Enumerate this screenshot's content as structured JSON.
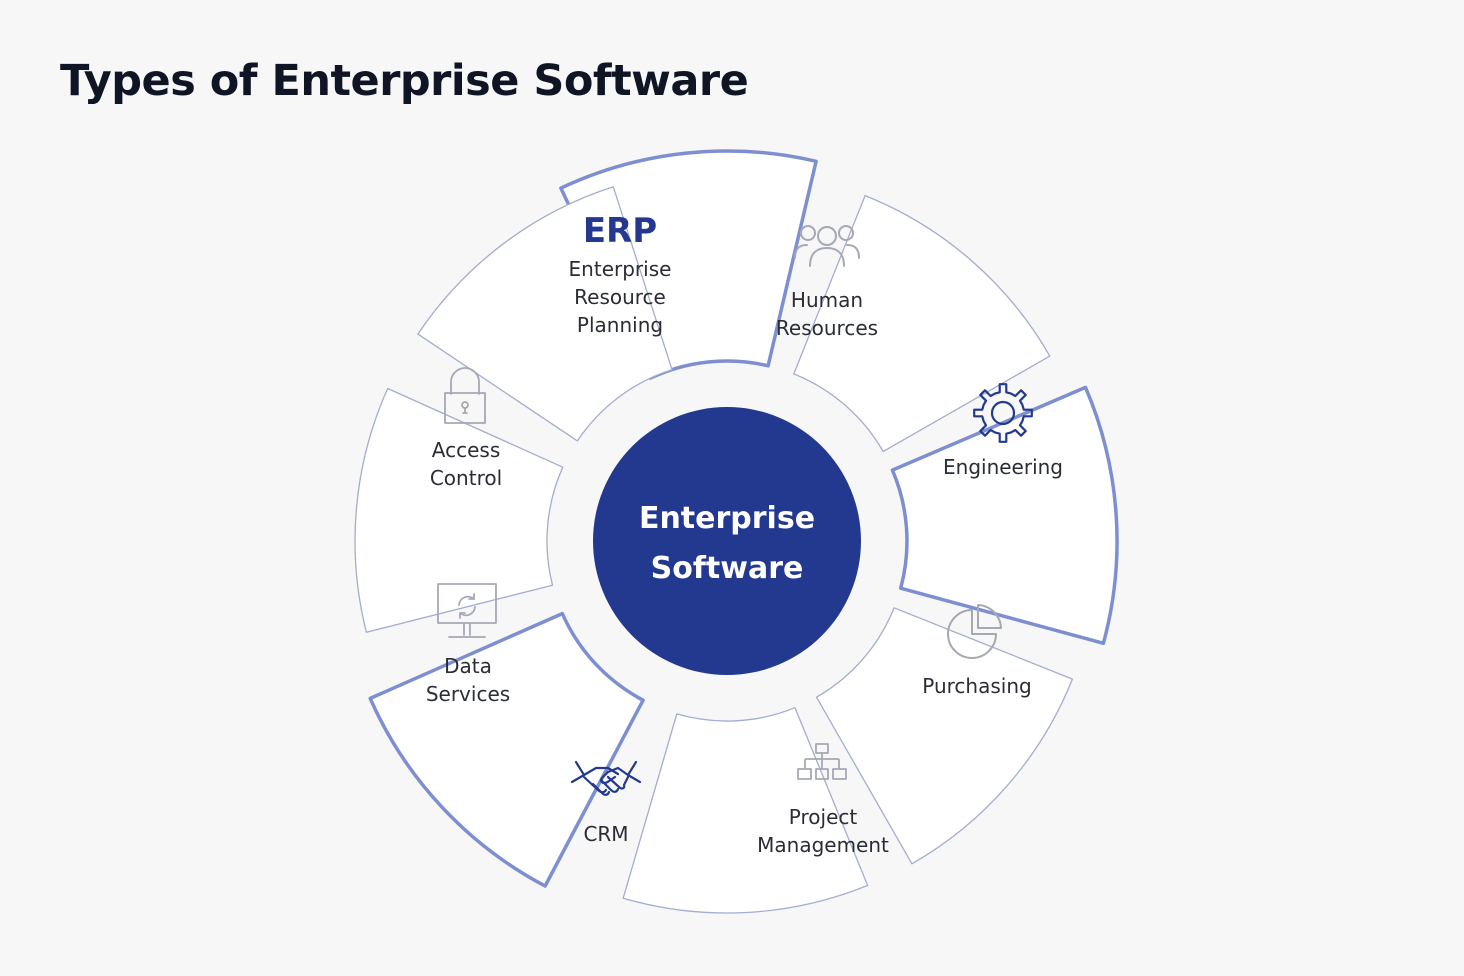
{
  "title": "Types of Enterprise Software",
  "hub": {
    "lines": [
      "Enterprise",
      "Software"
    ]
  },
  "colors": {
    "hub": "#23398f",
    "highlight_border": "#7d8fd1",
    "normal_border": "#a3adcf",
    "muted_icon": "#a5a9b4",
    "accent_icon": "#23398f"
  },
  "segments": [
    {
      "id": "erp",
      "acronym": "ERP",
      "lines": [
        "Enterprise",
        "Resource",
        "Planning"
      ],
      "icon": "none",
      "highlighted": true
    },
    {
      "id": "hr",
      "lines": [
        "Human",
        "Resources"
      ],
      "icon": "people-icon",
      "highlighted": false
    },
    {
      "id": "eng",
      "lines": [
        "Engineering"
      ],
      "icon": "gear-icon",
      "highlighted": true
    },
    {
      "id": "purch",
      "lines": [
        "Purchasing"
      ],
      "icon": "pie-chart-icon",
      "highlighted": false
    },
    {
      "id": "pm",
      "lines": [
        "Project",
        "Management"
      ],
      "icon": "org-chart-icon",
      "highlighted": false
    },
    {
      "id": "crm",
      "lines": [
        "CRM"
      ],
      "icon": "handshake-icon",
      "highlighted": true
    },
    {
      "id": "data",
      "lines": [
        "Data",
        "Services"
      ],
      "icon": "monitor-sync-icon",
      "highlighted": false
    },
    {
      "id": "access",
      "lines": [
        "Access",
        "Control"
      ],
      "icon": "lock-icon",
      "highlighted": false
    }
  ]
}
